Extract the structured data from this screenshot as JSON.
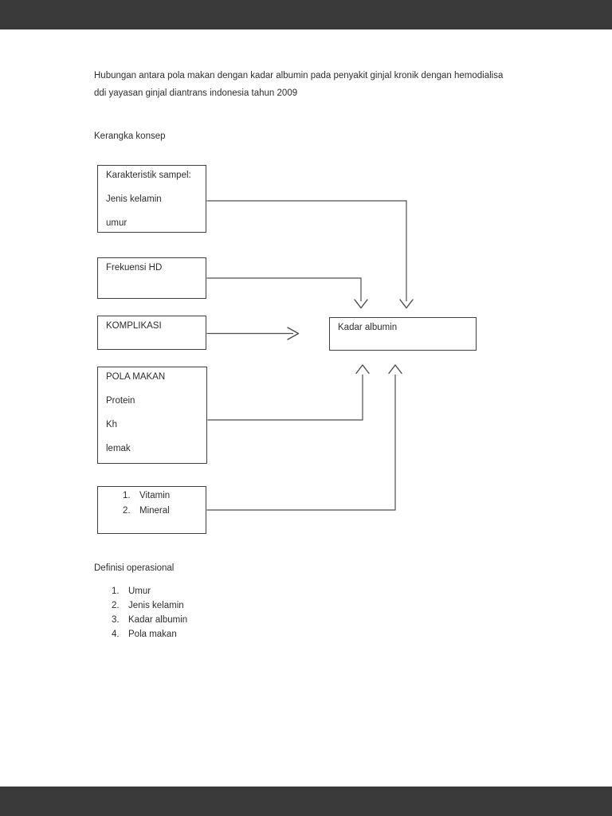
{
  "viewer": {
    "chrome_color": "#3a3a3a",
    "page_background": "#ffffff"
  },
  "document": {
    "title_line1": "Hubungan antara pola makan dengan kadar albumin pada penyakit ginjal kronik dengan hemodialisa",
    "title_line2": "ddi yayasan ginjal diantrans indonesia tahun 2009",
    "concept_heading": "Kerangka konsep",
    "diagram": {
      "boxes": {
        "karakteristik": {
          "lines": [
            "Karakteristik sampel:",
            "Jenis kelamin",
            "umur"
          ]
        },
        "frekuensi": {
          "label": "Frekuensi HD"
        },
        "komplikasi": {
          "label": "KOMPLIKASI"
        },
        "kadar": {
          "label": "Kadar albumin"
        },
        "pola": {
          "lines": [
            "POLA MAKAN",
            "Protein",
            "Kh",
            "lemak"
          ]
        },
        "vitamin": {
          "items": [
            {
              "num": "1.",
              "label": "Vitamin"
            },
            {
              "num": "2.",
              "label": "Mineral"
            }
          ]
        }
      },
      "arrows": [
        {
          "from": "Karakteristik sampel",
          "to": "Kadar albumin"
        },
        {
          "from": "Frekuensi HD",
          "to": "Kadar albumin"
        },
        {
          "from": "KOMPLIKASI",
          "to": "Kadar albumin"
        },
        {
          "from": "POLA MAKAN",
          "to": "Kadar albumin"
        },
        {
          "from": "Vitamin / Mineral",
          "to": "Kadar albumin"
        }
      ]
    },
    "definitions": {
      "heading": "Definisi operasional",
      "items": [
        {
          "num": "1.",
          "label": "Umur"
        },
        {
          "num": "2.",
          "label": "Jenis kelamin"
        },
        {
          "num": "3.",
          "label": "Kadar albumin"
        },
        {
          "num": "4.",
          "label": "Pola makan"
        }
      ]
    }
  }
}
